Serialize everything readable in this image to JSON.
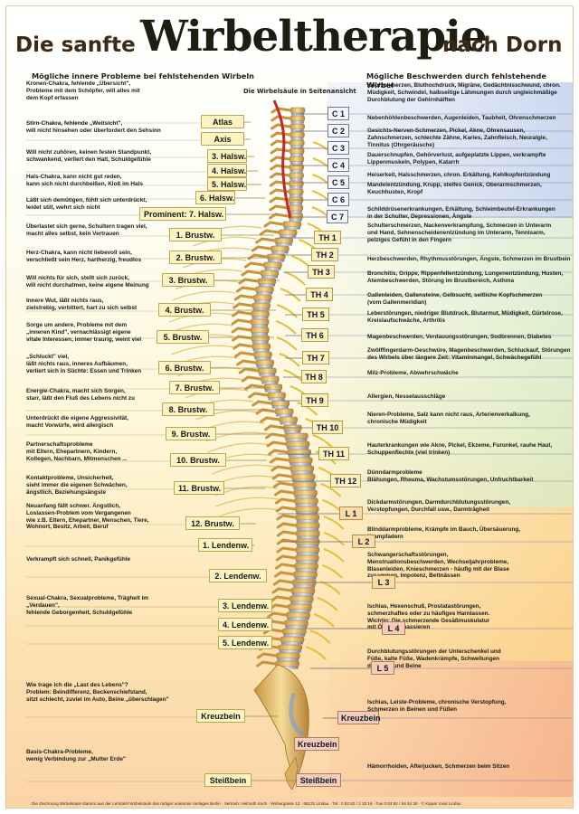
{
  "title": {
    "part1": "Die sanfte",
    "main": "Wirbeltherapie",
    "part2": "nach Dorn"
  },
  "headers": {
    "left": "Mögliche innere Probleme bei fehlstehenden Wirbeln",
    "right": "Mögliche Beschwerden durch fehlstehende Wirbel",
    "center": "Die Wirbelsäule in Seitenansicht"
  },
  "colors": {
    "label_bg_left": "#fbf3c4",
    "label_bg_right_cervical": "#f3f6fb",
    "spine_bone": "#e8c878",
    "nerve": "#d8b030"
  },
  "left_items": [
    {
      "label": "",
      "text": "Kronen-Chakra, fehlende „Übersicht\",\nProbleme mit dem Schöpfer, will alles mit\ndem Kopf erfassen"
    },
    {
      "label": "Atlas",
      "text": "Stirn-Chakra, fehlende „Weitsicht\",\nwill nicht hinsehen oder überfordert den Sehsinn"
    },
    {
      "label": "Axis",
      "text": "Will nicht zuhören, keinen festen Standpunkt,\nschwankend, verliert den Halt, Schuldgefühle"
    },
    {
      "label": "3. Halsw.",
      "text": ""
    },
    {
      "label": "4. Halsw.",
      "text": "Hals-Chakra, kann nicht gut reden,\nkann sich nicht durchbeißen, Kloß im Hals"
    },
    {
      "label": "5. Halsw.",
      "text": ""
    },
    {
      "label": "6. Halsw.",
      "text": "Läßt sich demütigen, fühlt sich unterdrückt,\nleidet still, wehrt sich nicht"
    },
    {
      "label": "Prominent: 7. Halsw.",
      "text": ""
    },
    {
      "label": "1. Brustw.",
      "text": "Überlastet sich gerne, Schultern tragen viel,\nmacht alles selbst, kein Vertrauen"
    },
    {
      "label": "2. Brustw.",
      "text": "Herz-Chakra, kann nicht liebevoll sein,\nverschließt sein Herz, hartherzig, freudlos"
    },
    {
      "label": "3. Brustw.",
      "text": "Will nichts für sich, stellt sich zurück,\nwill nicht durchatmen, keine eigene Meinung"
    },
    {
      "label": "4. Brustw.",
      "text": "Innere Wut, läßt nichts raus,\nzielstrebig, verbittert, hart zu sich selbst"
    },
    {
      "label": "5. Brustw.",
      "text": "Sorge um andere, Probleme mit dem\n„inneren Kind\", vernachlässigt eigene\nvitale Interessen, immer traurig, weint viel"
    },
    {
      "label": "6. Brustw.",
      "text": "„Schluckt\" viel,\nläßt nichts raus, inneres Aufbäumen,\nverliert sich in Süchte: Essen und Trinken"
    },
    {
      "label": "7. Brustw.",
      "text": ""
    },
    {
      "label": "8. Brustw.",
      "text": "Energie-Chakra, macht sich Sorgen,\nstarr, läßt den Fluß des Lebens nicht zu"
    },
    {
      "label": "9. Brustw.",
      "text": "Unterdrückt die eigene Aggressivität,\nmacht Vorwürfe, wird allergisch"
    },
    {
      "label": "10. Brustw.",
      "text": "Partnerschaftsprobleme\nmit Eltern, Ehepartnern, Kindern,\nKollegen, Nachbarn, Mitmenschen ..."
    },
    {
      "label": "11. Brustw.",
      "text": "Kontaktprobleme, Unsicherheit,\nsieht immer die eigenen Schwächen,\nängstlich, Beziehungsängste"
    },
    {
      "label": "12. Brustw.",
      "text": "Neuanfang fällt schwer. Ängstlich,\nLoslassen-Problem vom Vergangenen\nwie z.B. Eltern, Ehepartner, Menschen, Tiere,\nWohnort, Besitz, Arbeit, Beruf"
    },
    {
      "label": "1. Lendenw.",
      "text": ""
    },
    {
      "label": "2. Lendenw.",
      "text": "Verkrampft sich schnell, Panikgefühle"
    },
    {
      "label": "3. Lendenw.",
      "text": "Sexual-Chakra, Sexualprobleme, Trägheit im „Verdauen\",\nfehlende Geborgenheit, Schuldgefühle"
    },
    {
      "label": "4. Lendenw.",
      "text": ""
    },
    {
      "label": "5. Lendenw.",
      "text": ""
    },
    {
      "label": "Kreuzbein",
      "text": "Wie trage ich die „Last des Lebens\"?\nProblem: Beindifferenz, Beckenschiefstand,\nsitzt schlecht, zuviel im Auto, Beine „überschlagen\""
    },
    {
      "label": "Steißbein",
      "text": "Basis-Chakra-Probleme,\nwenig Verbindung zur „Mutter Erde\""
    }
  ],
  "right_items": [
    {
      "label": "C 1",
      "text": "Kopfschmerzen, Bluthochdruck, Migräne, Gedächtnisschwund, chron.\nMüdigkeit, Schwindel, halbseitige Lähmungen durch ungleichmäßige\nDurchblutung der Gehirnhälften"
    },
    {
      "label": "C 2",
      "text": "Nebenhöhlenbeschwerden, Augenleiden, Taubheit, Ohrenschmerzen"
    },
    {
      "label": "C 3",
      "text": "Gesichts-Nerven-Schmerzen, Pickel, Akne, Ohrensausen,\nZahnschmerzen, schlechte Zähne, Karies, Zahnfleisch, Neuralgie,\nTinnitus (Ohrgeräusche)"
    },
    {
      "label": "C 4",
      "text": "Dauerschnupfen, Gehörverlust, aufgeplatzte Lippen, verkrampfte\nLippenmuskeln, Polypen, Katarrh"
    },
    {
      "label": "C 5",
      "text": "Heiserkeit, Halsschmerzen, chron. Erkältung, Kehlkopfentzündung"
    },
    {
      "label": "C 6",
      "text": "Mandelentzündung, Krupp, steifes Genick, Oberarmschmerzen,\nKeuchhusten, Kropf"
    },
    {
      "label": "C 7",
      "text": "Schilddrüsenerkrankungen, Erkältung, Schleimbeutel-Erkrankungen\nin der Schulter, Depressionen, Ängste"
    },
    {
      "label": "TH 1",
      "text": "Schulterschmerzen, Nackenverkrampfung, Schmerzen in Unterarm\nund Hand, Sehnenscheidenentzündung im Unterarm, Tennisarm,\npelziges Gefühl in den Fingern"
    },
    {
      "label": "TH 2",
      "text": "Herzbeschwerden, Rhythmusstörungen, Ängste, Schmerzen im Brustbein"
    },
    {
      "label": "TH 3",
      "text": "Bronchitis, Grippe, Rippenfellentzündung, Lungenentzündung, Husten,\nAtembeschwerden, Störung im Brustbereich, Asthma"
    },
    {
      "label": "TH 4",
      "text": "Gallenleiden, Gallensteine, Gelbsucht, seitliche Kopfschmerzen\n(vom Gallenmeridian)"
    },
    {
      "label": "TH 5",
      "text": "Leberstörungen, niedriger Blutdruck, Blutarmut, Müdigkeit, Gürtelrose,\nKreislaufschwäche, Arthritis"
    },
    {
      "label": "TH 6",
      "text": "Magenbeschwerden, Verdauungsstörungen, Sodbrennen, Diabetes"
    },
    {
      "label": "TH 7",
      "text": "Zwölffingerdarm-Geschwüre, Magenbeschwerden, Schluckauf, Störungen\ndes Wirbels über längere Zeit: Vitaminmangel, Schwächegefühl"
    },
    {
      "label": "TH 8",
      "text": "Milz-Probleme, Abwehrschwäche"
    },
    {
      "label": "TH 9",
      "text": "Allergien, Nesselausschläge"
    },
    {
      "label": "TH 10",
      "text": "Nieren-Probleme, Salz kann nicht raus, Arterienverkalkung,\nchronische Müdigkeit"
    },
    {
      "label": "TH 11",
      "text": "Hauterkrankungen wie Akne, Pickel, Ekzeme, Furunkel, rauhe Haut,\nSchuppenflechte (viel trinken)"
    },
    {
      "label": "TH 12",
      "text": "Dünndarmprobleme\nBlähungen, Rheuma, Wachstumsstörungen, Unfruchtbarkeit"
    },
    {
      "label": "L 1",
      "text": "Dickdarmstörungen, Darmdurchblutungsstörungen,\nVerstopfungen, Durchfall usw., Darmträgheit"
    },
    {
      "label": "L 2",
      "text": "Blinddarmprobleme, Krämpfe im Bauch, Übersäuerung,\nKrampfadern"
    },
    {
      "label": "L 3",
      "text": "Schwangerschaftsstörungen,\nMenstruationsbeschwerden, Wechseljahrprobleme,\nBlasenleiden, Knieschmerzen - häufig mit der Blase\nzusammen, Impotenz, Bettnässen"
    },
    {
      "label": "L 4",
      "text": "Ischias, Hexenschuß, Prostatastörungen,\nschmerzhaftes oder zu häufiges Harnlassen.\nWichtig: Die schmerzende Gesäßmuskulatur\nmit Öl weichmassieren"
    },
    {
      "label": "L 5",
      "text": "Durchblutungsstörungen der Unterschenkel und\nFüße, kalte Füße, Wadenkrämpfe, Schwellungen\nder Füße und Beine"
    },
    {
      "label": "Kreuzbein",
      "text": "Ischias, Leiste-Probleme, chronische Verstopfung,\nSchmerzen in Beinen und Füßen"
    },
    {
      "label": "Kreuzbein",
      "text": ""
    },
    {
      "label": "Steißbein",
      "text": "Hämorrhoiden, Afterjucken, Schmerzen beim Sitzen"
    }
  ],
  "footer": "Die Zeichnung Wirbelsäule stammt aus der Lehrtafel Wirbelsäule des rüdiger anatomie Verlages Berlin  ·  Vertrieb: Helmuth Koch · Webergasse 13 · 88131 Lindau · Tel.: 0 83 82 / 2 33 19 · Fax 0 83 82 / 94 62 36  ·  © Kipper Insel Lindau"
}
